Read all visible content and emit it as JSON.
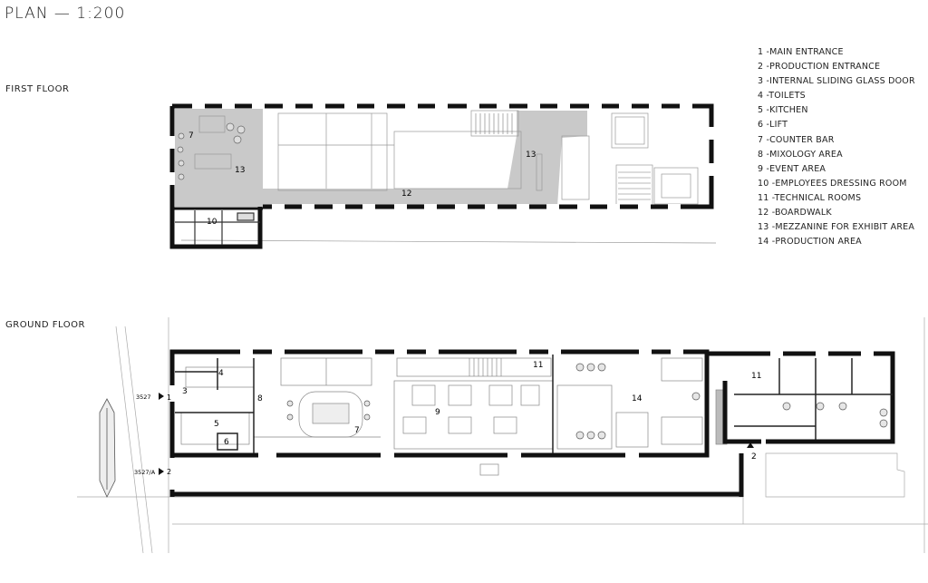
{
  "title": "PLAN — 1:200",
  "floors": {
    "first": "FIRST FLOOR",
    "ground": "GROUND FLOOR"
  },
  "legend": [
    "1  -MAIN ENTRANCE",
    "2  -PRODUCTION ENTRANCE",
    "3  -INTERNAL SLIDING GLASS DOOR",
    "4  -TOILETS",
    "5  -KITCHEN",
    "6  -LIFT",
    "7  -COUNTER BAR",
    "8   -MIXOLOGY AREA",
    "9   -EVENT AREA",
    "10 -EMPLOYEES DRESSING ROOM",
    "11 -TECHNICAL ROOMS",
    "12 -BOARDWALK",
    "13 -MEZZANINE FOR EXHIBIT AREA",
    "14 -PRODUCTION AREA"
  ],
  "first_floor_tags": {
    "t7": "7",
    "t13a": "13",
    "t13b": "13",
    "t12": "12",
    "t10": "10"
  },
  "ground_floor_tags": {
    "t4": "4",
    "t3": "3",
    "t8": "8",
    "t5": "5",
    "t6": "6",
    "t7": "7",
    "t9": "9",
    "t11a": "11",
    "t14": "14",
    "t11b": "11",
    "t2b": "2"
  },
  "entrances": {
    "e1_code": "3527",
    "e1_num": "1",
    "e2_code": "3527/A",
    "e2_num": "2"
  }
}
